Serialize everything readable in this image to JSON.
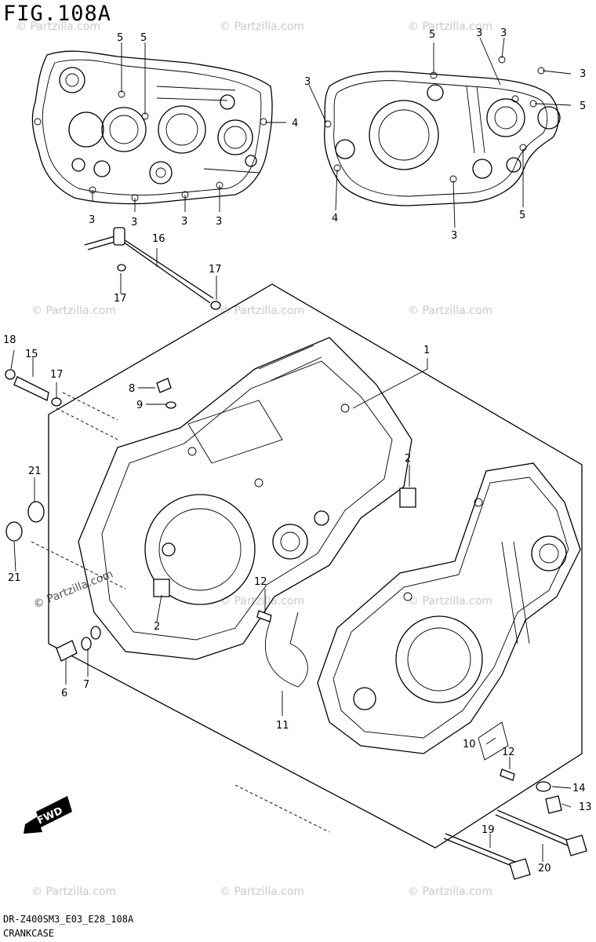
{
  "figure": {
    "title": "FIG.108A",
    "code": "DR-Z400SM3_E03_E28_108A",
    "name": "CRANKCASE"
  },
  "watermark": "© Partzilla.com",
  "fwd_label": "FWD",
  "callouts": {
    "c1": "1",
    "c2a": "2",
    "c2b": "2",
    "c3": "3",
    "c4": "4",
    "c5": "5",
    "c6": "6",
    "c7": "7",
    "c8": "8",
    "c9": "9",
    "c10": "10",
    "c11": "11",
    "c12": "12",
    "c13": "13",
    "c14": "14",
    "c15": "15",
    "c16": "16",
    "c17": "17",
    "c18": "18",
    "c19": "19",
    "c20": "20",
    "c21": "21"
  }
}
